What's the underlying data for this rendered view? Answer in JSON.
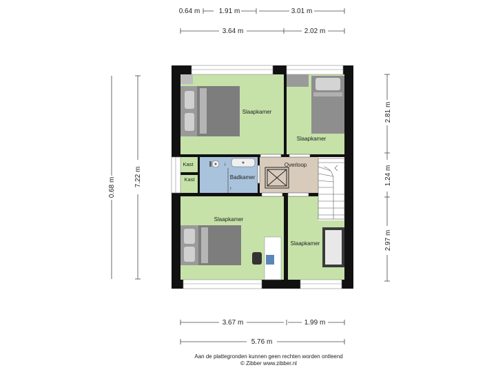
{
  "dimensions": {
    "top_row1": [
      "0.64 m",
      "1.91 m",
      "3.01 m"
    ],
    "top_row2": [
      "3.64 m",
      "2.02 m"
    ],
    "left_outer": "0.68 m",
    "left_inner": "7.22 m",
    "right": [
      "2.81 m",
      "1.24 m",
      "2.97 m"
    ],
    "bottom_row1": [
      "3.67 m",
      "1.99 m"
    ],
    "bottom_total": "5.76 m"
  },
  "rooms": {
    "bedroom_nw": "Slaapkamer",
    "bedroom_ne": "Slaapkamer",
    "closet_1": "Kast",
    "closet_2": "Kast",
    "bathroom": "Badkamer",
    "landing": "Overloop",
    "bedroom_sw": "Slaapkamer",
    "bedroom_se": "Slaapkamer"
  },
  "footer": {
    "disclaimer": "Aan de plattegronden kunnen geen rechten worden ontleend",
    "copyright": "© Zibber www.zibber.nl"
  },
  "colors": {
    "room_green": "#c6e2a9",
    "bathroom_blue": "#a9c3dc",
    "landing_beige": "#d8cbbb",
    "wall": "#111111",
    "furniture": "#8f8f8f"
  }
}
